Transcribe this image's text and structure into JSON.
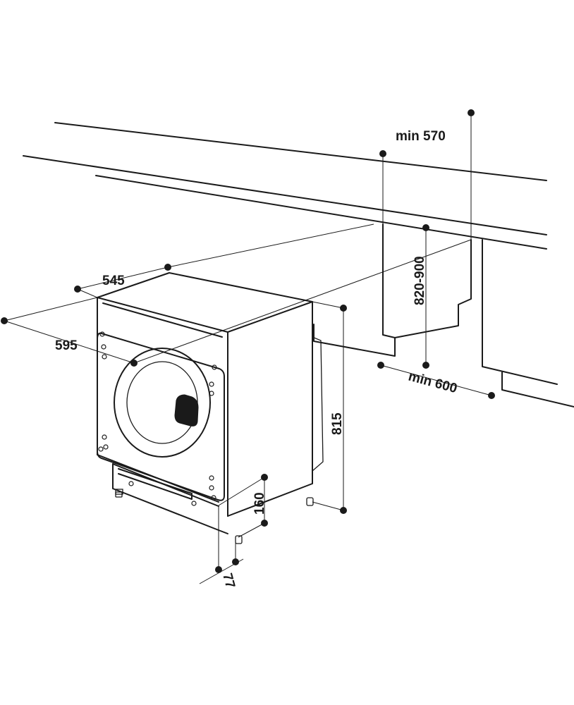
{
  "dimensions": {
    "depth": "545",
    "width": "595",
    "height": "815",
    "plinth_height": "160",
    "foot_offset": "77",
    "counter_height": "820-900",
    "min_depth": "min 570",
    "min_width": "min 600"
  },
  "colors": {
    "line": "#1a1a1a",
    "background": "#ffffff"
  }
}
